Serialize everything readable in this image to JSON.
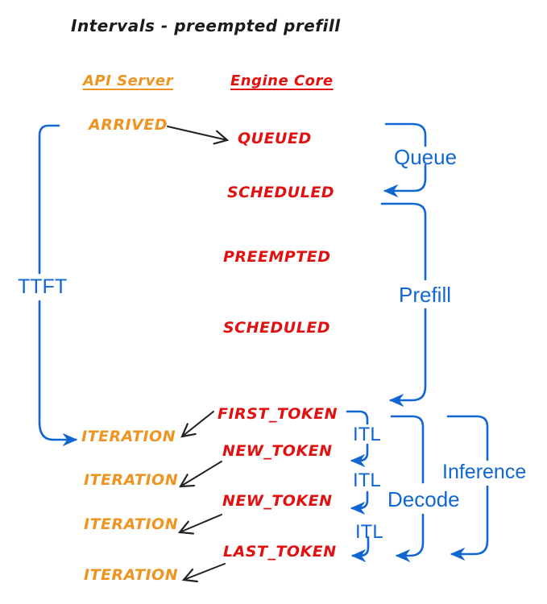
{
  "title": "Intervals - preempted prefill",
  "columns": {
    "api_server": "API Server",
    "engine_core": "Engine Core"
  },
  "api_events": {
    "arrived": "ARRIVED",
    "iteration1": "ITERATION",
    "iteration2": "ITERATION",
    "iteration3": "ITERATION",
    "iteration4": "ITERATION"
  },
  "engine_events": {
    "queued": "QUEUED",
    "scheduled1": "SCHEDULED",
    "preempted": "PREEMPTED",
    "scheduled2": "SCHEDULED",
    "first_token": "FIRST_TOKEN",
    "new_token1": "NEW_TOKEN",
    "new_token2": "NEW_TOKEN",
    "last_token": "LAST_TOKEN"
  },
  "intervals": {
    "ttft": "TTFT",
    "queue": "Queue",
    "prefill": "Prefill",
    "itl1": "ITL",
    "itl2": "ITL",
    "itl3": "ITL",
    "decode": "Decode",
    "inference": "Inference"
  },
  "colors": {
    "api_server_orange": "#EE9420",
    "engine_core_red": "#E01110",
    "interval_blue": "#1166D1",
    "arrow_black": "#222222",
    "background": "#FFFFFF"
  }
}
